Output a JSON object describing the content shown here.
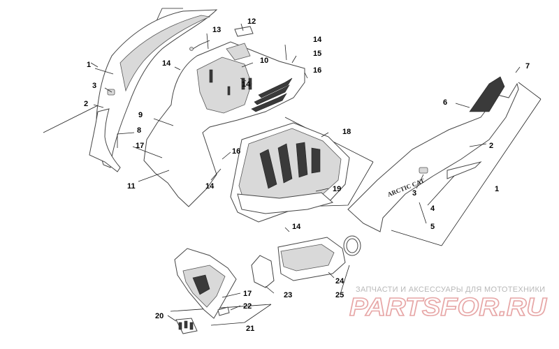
{
  "callouts": [
    {
      "id": "c1a",
      "text": "1"
    },
    {
      "id": "c2a",
      "text": "2"
    },
    {
      "id": "c3a",
      "text": "3"
    },
    {
      "id": "c8",
      "text": "8"
    },
    {
      "id": "c17a",
      "text": "17"
    },
    {
      "id": "c9",
      "text": "9"
    },
    {
      "id": "c11",
      "text": "11"
    },
    {
      "id": "c14a",
      "text": "14"
    },
    {
      "id": "c13",
      "text": "13"
    },
    {
      "id": "c12",
      "text": "12"
    },
    {
      "id": "c10",
      "text": "10"
    },
    {
      "id": "c14b",
      "text": "14"
    },
    {
      "id": "c14c",
      "text": "14"
    },
    {
      "id": "c15",
      "text": "15"
    },
    {
      "id": "c16a",
      "text": "16"
    },
    {
      "id": "c16b",
      "text": "16"
    },
    {
      "id": "c14d",
      "text": "14"
    },
    {
      "id": "c18",
      "text": "18"
    },
    {
      "id": "c19",
      "text": "19"
    },
    {
      "id": "c14e",
      "text": "14"
    },
    {
      "id": "c7",
      "text": "7"
    },
    {
      "id": "c6",
      "text": "6"
    },
    {
      "id": "c2b",
      "text": "2"
    },
    {
      "id": "c3b",
      "text": "3"
    },
    {
      "id": "c1b",
      "text": "1"
    },
    {
      "id": "c4",
      "text": "4"
    },
    {
      "id": "c5",
      "text": "5"
    },
    {
      "id": "c23",
      "text": "23"
    },
    {
      "id": "c24",
      "text": "24"
    },
    {
      "id": "c25",
      "text": "25"
    },
    {
      "id": "c17b",
      "text": "17"
    },
    {
      "id": "c22",
      "text": "22"
    },
    {
      "id": "c20",
      "text": "20"
    },
    {
      "id": "c21",
      "text": "21"
    }
  ],
  "brand_decal": "ARCTIC CAT",
  "watermark": {
    "line1": "ЗАПЧАСТИ И АКСЕССУАРЫ ДЛЯ МОТОТЕХНИКИ",
    "line2": "PARTSFOR.RU"
  }
}
